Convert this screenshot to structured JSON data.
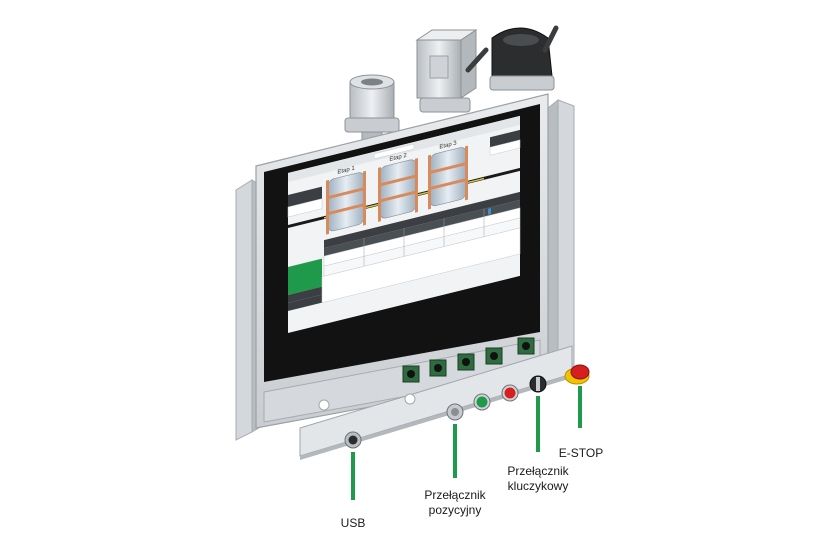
{
  "callouts": {
    "usb": "USB",
    "position_switch": "Przełącznik pozycyjny",
    "key_switch": "Przełącznik kluczykowy",
    "estop": "E-STOP"
  },
  "screen": {
    "stages": [
      "Etap 1",
      "Etap 2",
      "Etap 3"
    ]
  },
  "colors": {
    "callout_line": "#1f9a4a",
    "panel_frame": "#d9dcdf",
    "bezel": "#121212",
    "screen_bg": "#f1f3f4",
    "accent_green": "#1f9a4a",
    "estop_red": "#d62020",
    "estop_yellow": "#f2c200",
    "cylinder_copper": "#d98a5b"
  }
}
